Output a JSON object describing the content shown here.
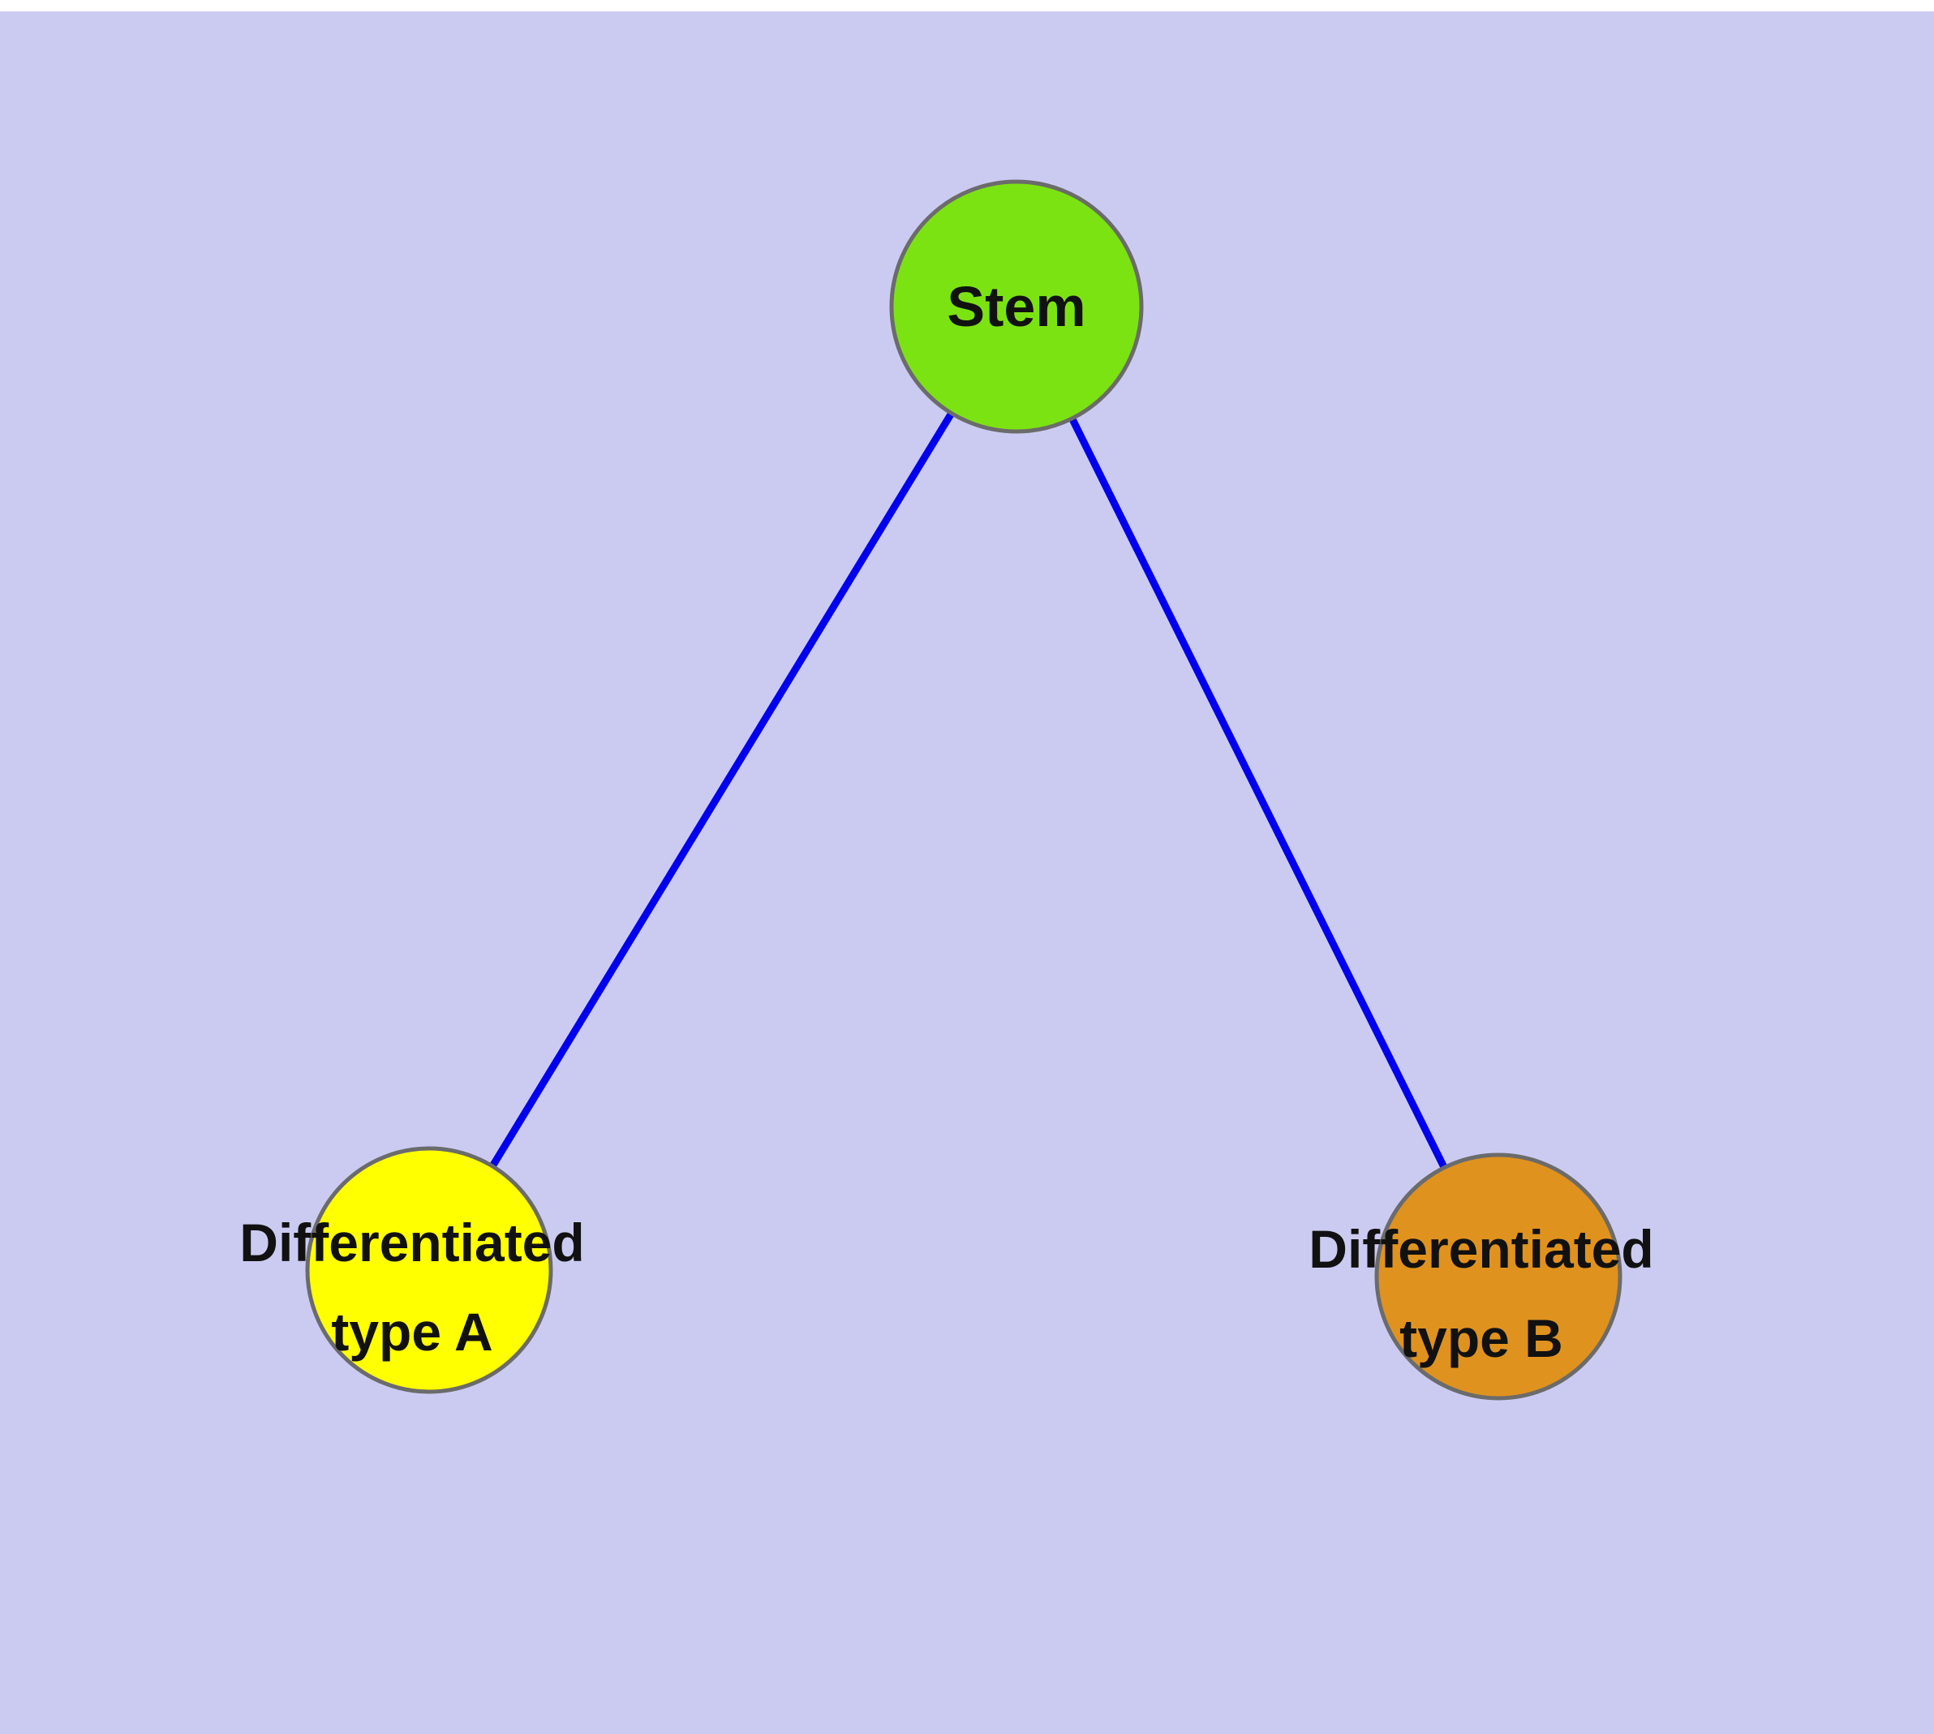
{
  "diagram": {
    "background_color": "#cbcbf2",
    "edge_color": "#0000ee",
    "node_border_color": "#6b6b6b",
    "nodes": {
      "stem": {
        "label": "Stem",
        "color": "#7ce312"
      },
      "diff_a": {
        "label_line1": "Differentiated",
        "label_line2": "type A",
        "color": "#ffff00"
      },
      "diff_b": {
        "label_line1": "Differentiated",
        "label_line2": "type B",
        "color": "#e0921f"
      }
    },
    "edges": [
      {
        "from": "stem",
        "to": "diff_a"
      },
      {
        "from": "stem",
        "to": "diff_b"
      }
    ]
  }
}
